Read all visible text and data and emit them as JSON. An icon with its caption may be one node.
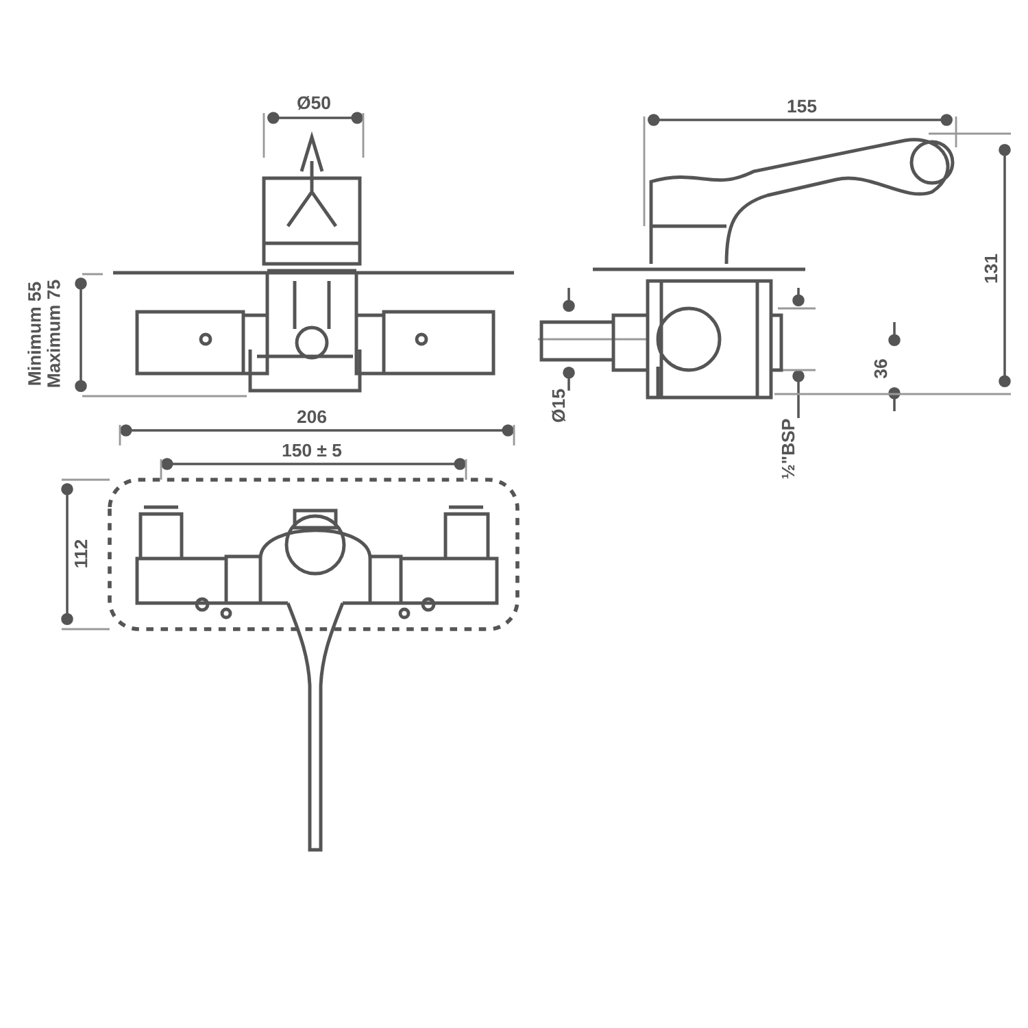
{
  "diagram": {
    "labels": [
      "Ø50",
      "155",
      "Minimum 55",
      "Maximum 75",
      "Ø15",
      "131",
      "36",
      "½\"BSP",
      "206",
      "150 ± 5",
      "112"
    ]
  }
}
